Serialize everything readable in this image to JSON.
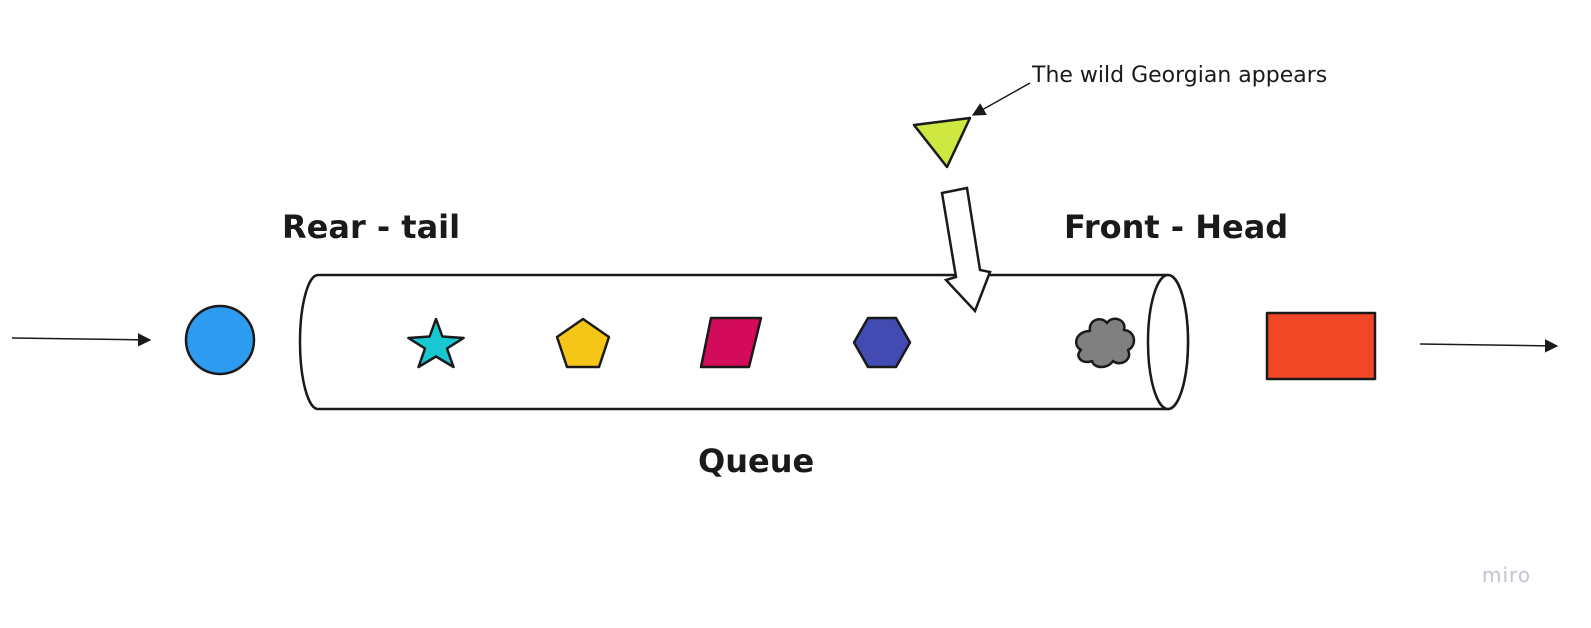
{
  "labels": {
    "rear": "Rear - tail",
    "front": "Front - Head",
    "queue": "Queue",
    "annotation": "The wild Georgian appears",
    "watermark": "miro"
  },
  "colors": {
    "incoming_circle": "#2d9bf0",
    "star": "#17c7d2",
    "pentagon": "#f5c518",
    "parallelogram": "#d40a5b",
    "hexagon": "#414bb2",
    "cloud": "#808080",
    "outgoing_rectangle": "#f24726",
    "triangle": "#cee741"
  },
  "shapes": {
    "incoming": "circle",
    "in_queue": [
      "star",
      "pentagon",
      "parallelogram",
      "hexagon",
      "cloud"
    ],
    "outgoing": "rectangle",
    "entering_mid_queue": "triangle"
  }
}
